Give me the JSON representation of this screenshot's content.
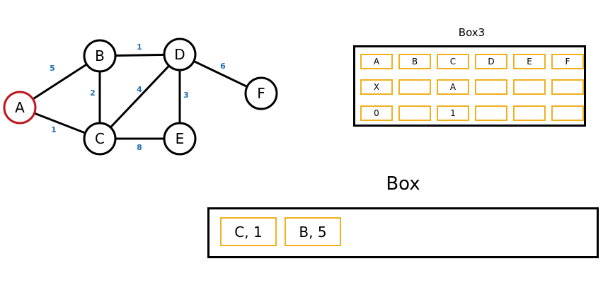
{
  "graph": {
    "nodes": [
      {
        "id": "A",
        "label": "A",
        "start": true
      },
      {
        "id": "B",
        "label": "B",
        "start": false
      },
      {
        "id": "C",
        "label": "C",
        "start": false
      },
      {
        "id": "D",
        "label": "D",
        "start": false
      },
      {
        "id": "E",
        "label": "E",
        "start": false
      },
      {
        "id": "F",
        "label": "F",
        "start": false
      }
    ],
    "edges": [
      {
        "from": "A",
        "to": "B",
        "weight": "5"
      },
      {
        "from": "A",
        "to": "C",
        "weight": "1"
      },
      {
        "from": "B",
        "to": "C",
        "weight": "2"
      },
      {
        "from": "B",
        "to": "D",
        "weight": "1"
      },
      {
        "from": "C",
        "to": "D",
        "weight": "4"
      },
      {
        "from": "C",
        "to": "E",
        "weight": "8"
      },
      {
        "from": "D",
        "to": "E",
        "weight": "3"
      },
      {
        "from": "D",
        "to": "F",
        "weight": "6"
      }
    ],
    "colors": {
      "start_node": "#c0161d",
      "weight_text": "#1f6fb5",
      "cell_border": "#f2b01e"
    }
  },
  "box3": {
    "title": "Box3",
    "rows": [
      [
        "A",
        "B",
        "C",
        "D",
        "E",
        "F"
      ],
      [
        "X",
        "",
        "A",
        "",
        "",
        ""
      ],
      [
        "0",
        "",
        "1",
        "",
        "",
        ""
      ]
    ]
  },
  "box": {
    "title": "Box",
    "items": [
      "C, 1",
      "B, 5"
    ]
  }
}
